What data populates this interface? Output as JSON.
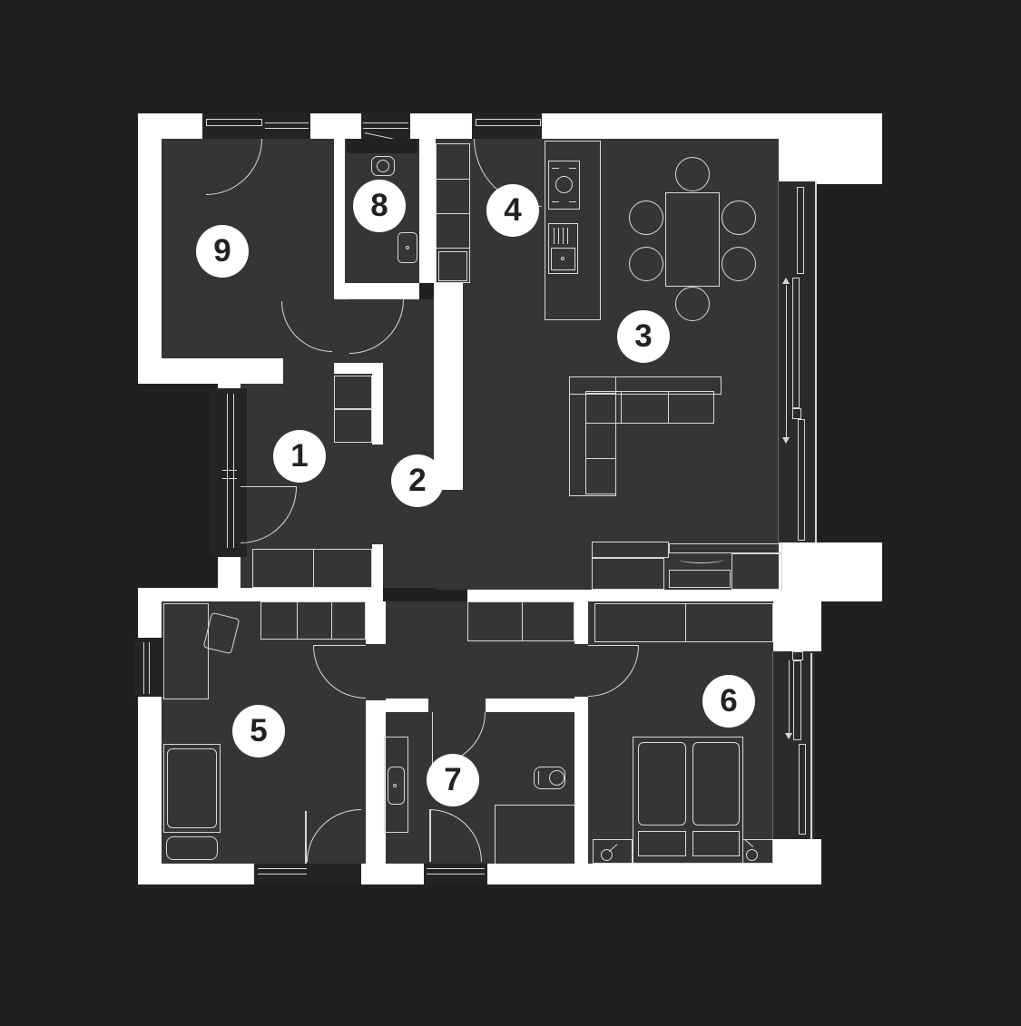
{
  "rooms": [
    {
      "number": "1"
    },
    {
      "number": "2"
    },
    {
      "number": "3"
    },
    {
      "number": "4"
    },
    {
      "number": "5"
    },
    {
      "number": "6"
    },
    {
      "number": "7"
    },
    {
      "number": "8"
    },
    {
      "number": "9"
    }
  ],
  "colors": {
    "bg": "#211f20",
    "room": "#373435",
    "wall": "#ffffff",
    "line": "#d9d7d8",
    "openfill": "#262324",
    "recess": "#2c2a2b",
    "badgebg": "#ffffff",
    "badgetext": "#242122"
  }
}
